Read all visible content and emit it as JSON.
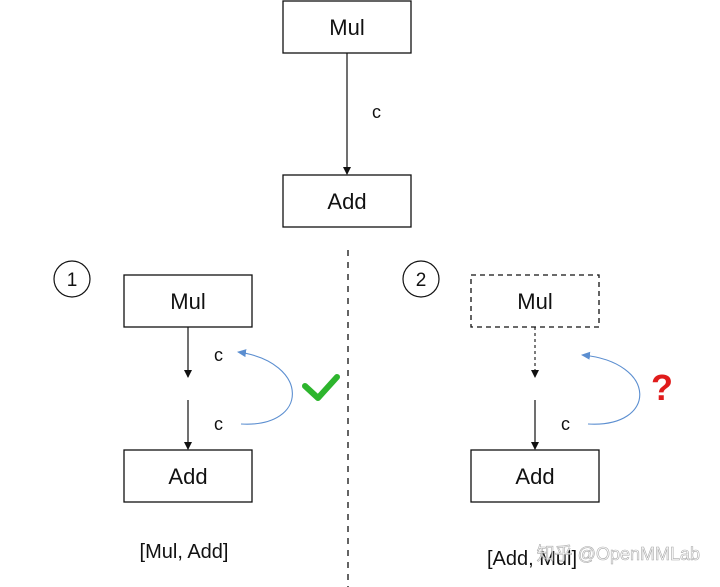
{
  "top": {
    "mul_label": "Mul",
    "edge_label": "c",
    "add_label": "Add"
  },
  "left": {
    "number": "1",
    "mul_label": "Mul",
    "edge_top_label": "c",
    "edge_bottom_label": "c",
    "add_label": "Add",
    "caption": "[Mul, Add]",
    "status_icon": "check-icon",
    "status_color": "#2db52d"
  },
  "right": {
    "number": "2",
    "mul_label": "Mul",
    "edge_bottom_label": "c",
    "add_label": "Add",
    "caption": "[Add, Mul]",
    "status_icon": "question-mark-icon",
    "status_text": "?",
    "status_color": "#e01b1b"
  },
  "colors": {
    "curve": "#5b8ed0",
    "line": "#111111"
  },
  "watermark": "知乎 @OpenMMLab"
}
